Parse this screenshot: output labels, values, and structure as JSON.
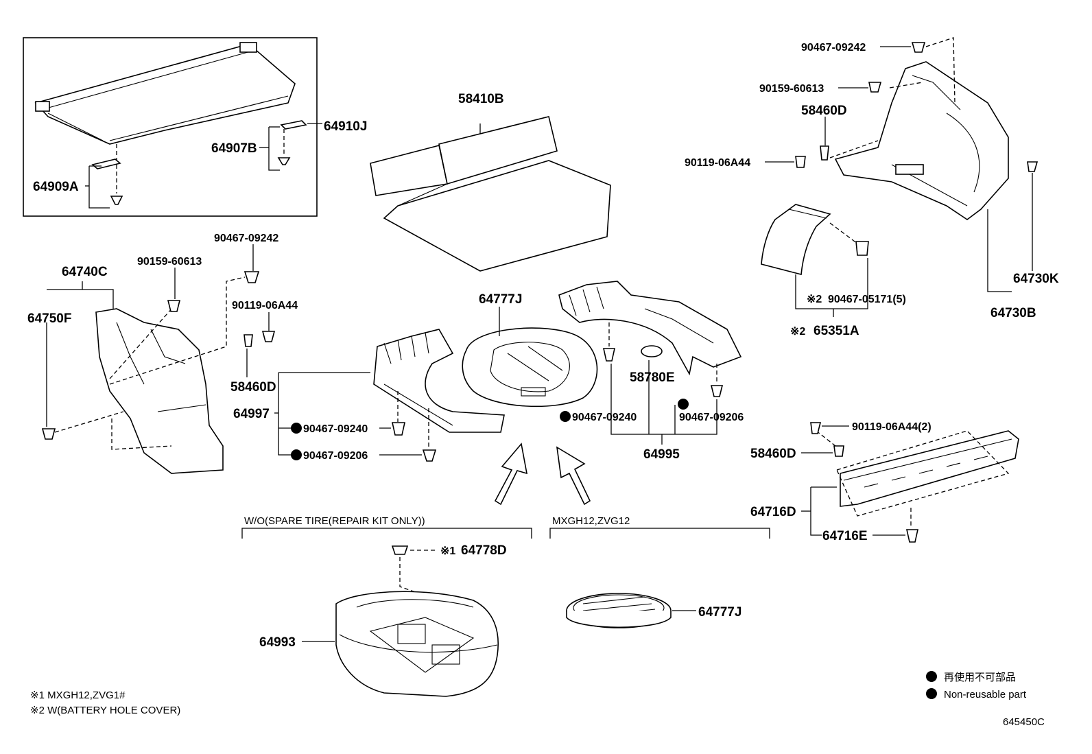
{
  "labels": {
    "l_64910J": "64910J",
    "l_64907B": "64907B",
    "l_64909A": "64909A",
    "l_58410B": "58410B",
    "l_90467_09242_top": "90467-09242",
    "l_90159_60613_top": "90159-60613",
    "l_58460D_top": "58460D",
    "l_90119_06A44_top": "90119-06A44",
    "l_64730K": "64730K",
    "l_64730B": "64730B",
    "l_90467_05171": "90467-05171(5)",
    "l_65351A": "65351A",
    "l_64740C": "64740C",
    "l_64750F": "64750F",
    "l_90159_60613_left": "90159-60613",
    "l_90467_09242_left": "90467-09242",
    "l_90119_06A44_left": "90119-06A44",
    "l_58460D_left": "58460D",
    "l_64997": "64997",
    "l_90467_09240_left": "90467-09240",
    "l_90467_09206_left": "90467-09206",
    "l_64777J_top": "64777J",
    "l_58780E": "58780E",
    "l_90467_09240_right": "90467-09240",
    "l_90467_09206_right": "90467-09206",
    "l_64995": "64995",
    "l_90119_06A44_2": "90119-06A44(2)",
    "l_58460D_right": "58460D",
    "l_64716D": "64716D",
    "l_64716E": "64716E",
    "l_64778D": "64778D",
    "l_64993": "64993",
    "l_64777J_bottom": "64777J"
  },
  "marks": {
    "ref1": "※1",
    "ref2": "※2"
  },
  "groups": {
    "wo_spare": "W/O(SPARE TIRE(REPAIR KIT ONLY))",
    "mxgh12": "MXGH12,ZVG12"
  },
  "footnotes": {
    "n1": "※1 MXGH12,ZVG1#",
    "n2": "※2 W(BATTERY HOLE COVER)"
  },
  "legend": {
    "jp": "再使用不可部品",
    "en": "Non-reusable part"
  },
  "diagram_id": "645450C"
}
